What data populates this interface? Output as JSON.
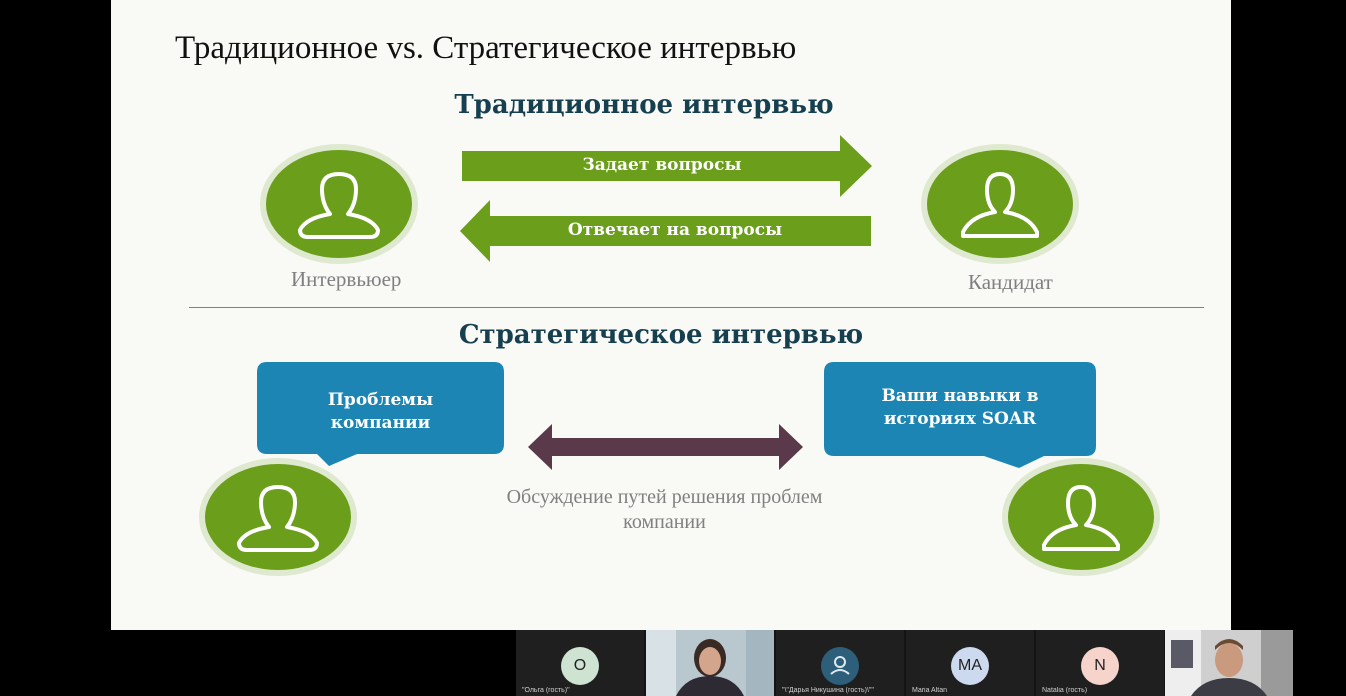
{
  "slide": {
    "title": "Традиционное vs. Стратегическое интервью",
    "traditional": {
      "heading": "Традиционное интервью",
      "arrow_right_label": "Задает вопросы",
      "arrow_left_label": "Отвечает на вопросы",
      "interviewer_label": "Интервьюер",
      "candidate_label": "Кандидат"
    },
    "strategic": {
      "heading": "Стратегическое интервью",
      "left_bubble": [
        "Проблемы",
        "компании"
      ],
      "right_bubble": [
        "Ваши навыки в",
        "историях SOAR"
      ],
      "discussion": [
        "Обсуждение путей решения проблем",
        "компании"
      ]
    }
  },
  "participants": [
    {
      "initials": "О",
      "name": "\"Ольга (гость)\"",
      "type": "avatar",
      "color": "#cfe3d2"
    },
    {
      "initials": "",
      "name": "",
      "type": "video"
    },
    {
      "initials": "",
      "name": "\"\\\"Дарья Никушина (гость)\\\"\"",
      "type": "icon",
      "color": "#2e5f7a"
    },
    {
      "initials": "MA",
      "name": "Maria Altan",
      "type": "avatar",
      "color": "#cdd9ee"
    },
    {
      "initials": "N",
      "name": "Natalia (гость)",
      "type": "avatar",
      "color": "#f6d4cc"
    },
    {
      "initials": "",
      "name": "",
      "type": "video"
    }
  ],
  "colors": {
    "green": "#6a9e1b",
    "teal_blue": "#1d85b3",
    "dark_arrow": "#5a3a4a",
    "heading": "#163f4f"
  }
}
